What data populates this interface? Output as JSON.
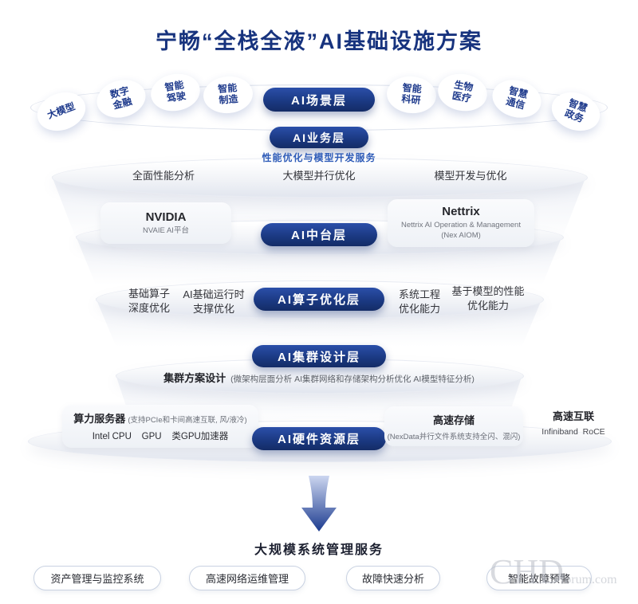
{
  "title": "宁畅“全栈全液”AI基础设施方案",
  "scene_layer": {
    "label": "AI场景层",
    "left_items": [
      "大模型",
      "数字\n金融",
      "智能\n驾驶",
      "智能\n制造"
    ],
    "right_items": [
      "智能\n科研",
      "生物\n医疗",
      "智慧\n通信",
      "智慧\n政务"
    ]
  },
  "business_layer": {
    "label": "AI业务层",
    "subtitle": "性能优化与模型开发服务",
    "items": [
      "全面性能分析",
      "大模型并行优化",
      "模型开发与优化"
    ]
  },
  "middle_layer": {
    "label": "AI中台层",
    "nvidia": {
      "title": "NVIDIA",
      "subtitle": "NVAIE AI平台"
    },
    "nettrix": {
      "title": "Nettrix",
      "line1": "Nettrix AI Operation & Management",
      "line2": "(Nex AIOM)"
    }
  },
  "operator_layer": {
    "label": "AI算子优化层",
    "items": [
      "基础算子\n深度优化",
      "AI基础运行时\n支撑优化",
      "系统工程\n优化能力",
      "基于模型的性能\n优化能力"
    ]
  },
  "cluster_layer": {
    "label": "AI集群设计层",
    "bold": "集群方案设计",
    "note": "(微架构层面分析  AI集群网络和存储架构分析优化  AI模型特征分析)"
  },
  "hardware_layer": {
    "label": "AI硬件资源层",
    "compute": {
      "title": "算力服务器",
      "note": "(支持PCIe和卡间高速互联, 风/液冷)",
      "line2": "Intel CPU    GPU    类GPU加速器"
    },
    "storage": {
      "title": "高速存储",
      "note": "(NexData并行文件系统支持全闪、混闪)"
    },
    "interconnect": {
      "title": "高速互联",
      "note": "Infiniband  RoCE"
    }
  },
  "footer": {
    "title": "大规模系统管理服务",
    "buttons": [
      "资产管理与监控系统",
      "高速网络运维管理",
      "故障快速分析",
      "智能故障预警"
    ]
  },
  "watermark": {
    "big": "CHD",
    "small": "forum.com"
  }
}
